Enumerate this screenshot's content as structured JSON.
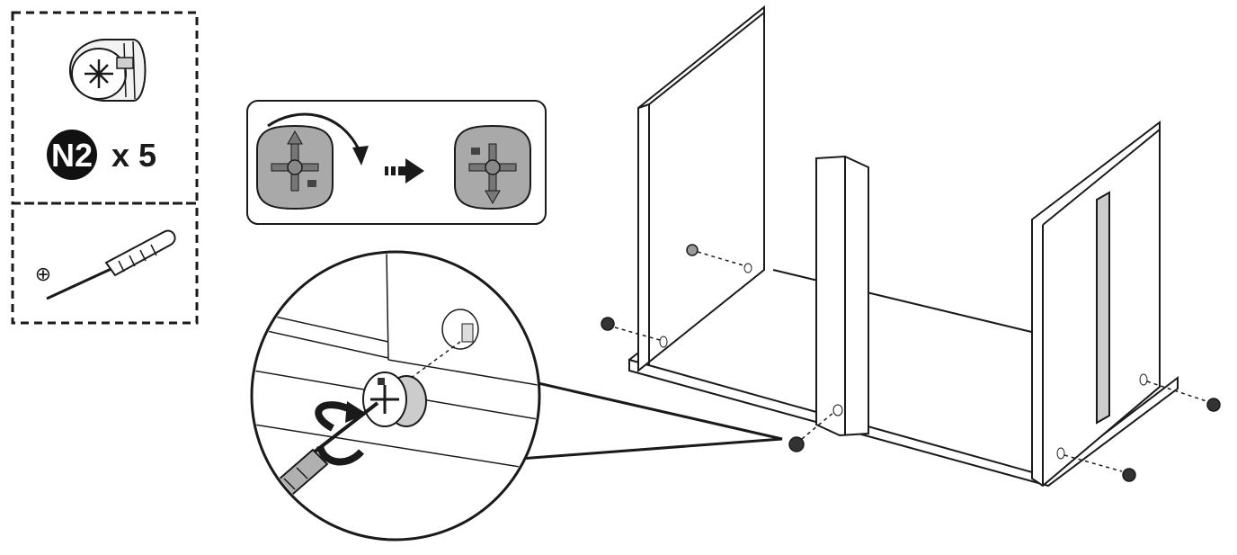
{
  "parts_box": {
    "part_code": "N2",
    "quantity": "x 5",
    "part_icon": "cam-lock-icon",
    "tool_icon": "phillips-screwdriver-icon",
    "tool_symbol": "⊕"
  },
  "rotation_callout": {
    "direction": "clockwise",
    "from_icon": "cam-lock-arrow-up-icon",
    "to_icon": "cam-lock-arrow-down-icon",
    "transition_icon": "dashed-arrow-right-icon"
  },
  "colors": {
    "line": "#1a1a1a",
    "cam_fill": "#a9a9a9",
    "part_dark": "#333333"
  }
}
